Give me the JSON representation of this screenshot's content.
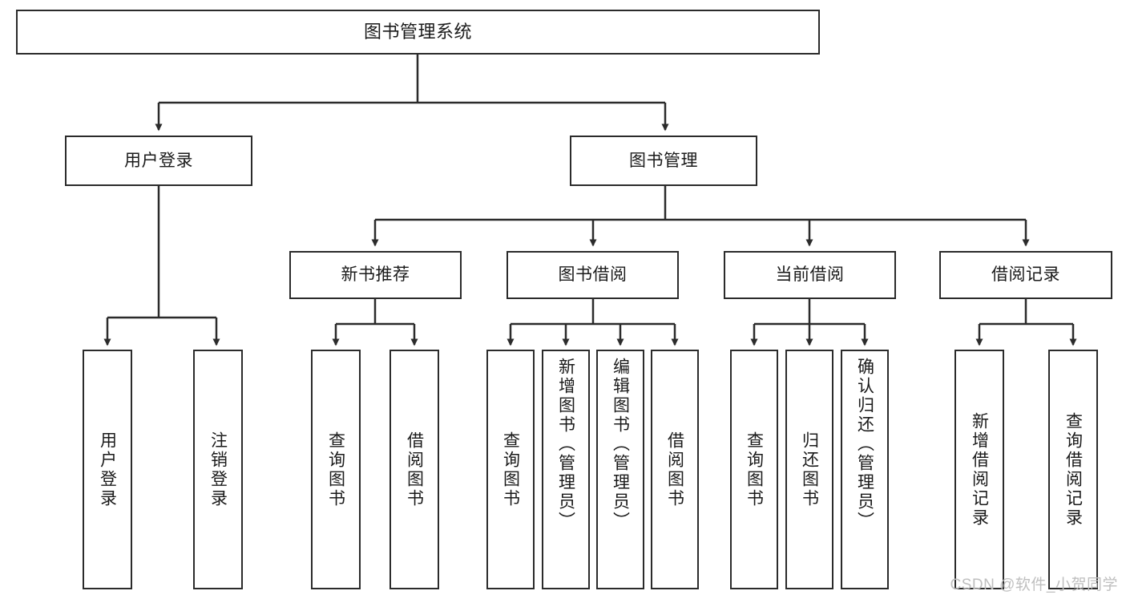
{
  "diagram": {
    "type": "tree-hierarchy",
    "title": "图书管理系统",
    "watermark": "CSDN @软件_小贺同学",
    "colors": {
      "box_border": "#2b2b2b",
      "box_fill": "#ffffff",
      "edge": "#2b2b2b",
      "text": "#1a1a1a",
      "watermark": "#bfbfbf",
      "background": "#ffffff"
    },
    "nodes": {
      "root": {
        "label": "图书管理系统"
      },
      "level2": [
        {
          "id": "user-login",
          "label": "用户登录"
        },
        {
          "id": "book-manage",
          "label": "图书管理"
        }
      ],
      "level3": [
        {
          "id": "new-book-recommend",
          "label": "新书推荐"
        },
        {
          "id": "book-borrow",
          "label": "图书借阅"
        },
        {
          "id": "current-borrow",
          "label": "当前借阅"
        },
        {
          "id": "borrow-record",
          "label": "借阅记录"
        }
      ],
      "leaves": {
        "user-login": [
          {
            "id": "leaf-user-login",
            "label": "用户登录"
          },
          {
            "id": "leaf-logout",
            "label": "注销登录"
          }
        ],
        "new-book-recommend": [
          {
            "id": "leaf-query-book-1",
            "label": "查询图书"
          },
          {
            "id": "leaf-borrow-book-1",
            "label": "借阅图书"
          }
        ],
        "book-borrow": [
          {
            "id": "leaf-query-book-2",
            "label": "查询图书"
          },
          {
            "id": "leaf-add-book",
            "label": "新增图书（管理员）"
          },
          {
            "id": "leaf-edit-book",
            "label": "编辑图书（管理员）"
          },
          {
            "id": "leaf-borrow-book-2",
            "label": "借阅图书"
          }
        ],
        "current-borrow": [
          {
            "id": "leaf-query-book-3",
            "label": "查询图书"
          },
          {
            "id": "leaf-return-book",
            "label": "归还图书"
          },
          {
            "id": "leaf-confirm-return",
            "label": "确认归还（管理员）"
          }
        ],
        "borrow-record": [
          {
            "id": "leaf-add-record",
            "label": "新增借阅记录"
          },
          {
            "id": "leaf-query-record",
            "label": "查询借阅记录"
          }
        ]
      }
    },
    "edges": [
      {
        "from": "图书管理系统",
        "to": "用户登录"
      },
      {
        "from": "图书管理系统",
        "to": "图书管理"
      },
      {
        "from": "用户登录",
        "to": "用户登录"
      },
      {
        "from": "用户登录",
        "to": "注销登录"
      },
      {
        "from": "图书管理",
        "to": "新书推荐"
      },
      {
        "from": "图书管理",
        "to": "图书借阅"
      },
      {
        "from": "图书管理",
        "to": "当前借阅"
      },
      {
        "from": "图书管理",
        "to": "借阅记录"
      },
      {
        "from": "新书推荐",
        "to": "查询图书"
      },
      {
        "from": "新书推荐",
        "to": "借阅图书"
      },
      {
        "from": "图书借阅",
        "to": "查询图书"
      },
      {
        "from": "图书借阅",
        "to": "新增图书（管理员）"
      },
      {
        "from": "图书借阅",
        "to": "编辑图书（管理员）"
      },
      {
        "from": "图书借阅",
        "to": "借阅图书"
      },
      {
        "from": "当前借阅",
        "to": "查询图书"
      },
      {
        "from": "当前借阅",
        "to": "归还图书"
      },
      {
        "from": "当前借阅",
        "to": "确认归还（管理员）"
      },
      {
        "from": "借阅记录",
        "to": "新增借阅记录"
      },
      {
        "from": "借阅记录",
        "to": "查询借阅记录"
      }
    ]
  }
}
